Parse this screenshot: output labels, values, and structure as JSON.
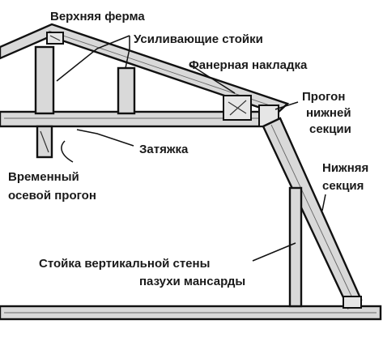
{
  "labels": {
    "top_truss": "Верхняя ферма",
    "reinforcing_posts": "Усиливающие стойки",
    "plywood_gusset": "Фанерная накладка",
    "lower_purlin_1": "Прогон",
    "lower_purlin_2": "нижней",
    "lower_purlin_3": "секции",
    "tie_beam": "Затяжка",
    "temp_purlin_1": "Временный",
    "temp_purlin_2": "осевой прогон",
    "lower_section_1": "Нижняя",
    "lower_section_2": "секция",
    "knee_wall_1": "Стойка вертикальной стены",
    "knee_wall_2": "пазухи мансарды"
  }
}
